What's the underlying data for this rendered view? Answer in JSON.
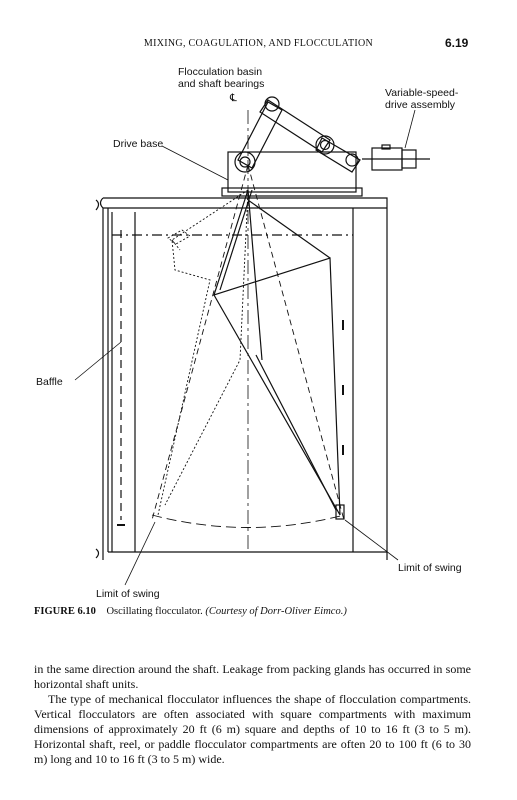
{
  "header": {
    "running_title": "MIXING, COAGULATION, AND FLOCCULATION",
    "page_number": "6.19"
  },
  "figure": {
    "labels": {
      "basin_bearings": [
        "Flocculation basin",
        "and shaft bearings"
      ],
      "centerline": "℄",
      "drive": [
        "Variable-speed-",
        "drive assembly"
      ],
      "drive_base": "Drive base",
      "baffle": "Baffle",
      "limit_right": "Limit of swing",
      "limit_left": "Limit of swing"
    },
    "caption": {
      "number": "FIGURE 6.10",
      "title": "Oscillating flocculator.",
      "credit": "(Courtesy of Dorr-Oliver Eimco.)"
    }
  },
  "body": {
    "paragraphs": [
      "in the same direction around the shaft. Leakage from packing glands has occurred in some horizontal shaft units.",
      "The type of mechanical flocculator influences the shape of flocculation compartments. Vertical flocculators are often associated with square compartments with maximum dimensions of approximately 20 ft (6 m) square and depths of 10 to 16 ft (3 to 5 m). Horizontal shaft, reel, or paddle flocculator compartments are often 20 to 100 ft (6 to 30 m) long and 10 to 16 ft (3 to 5 m) wide."
    ]
  }
}
